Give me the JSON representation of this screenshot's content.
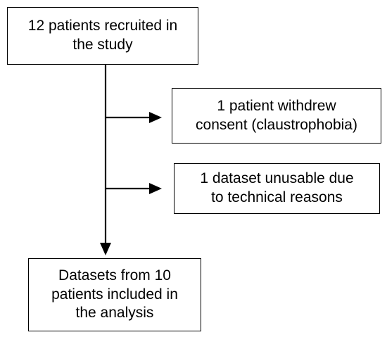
{
  "flowchart": {
    "start": {
      "text": "12 patients recruited in\nthe study"
    },
    "exclusions": [
      {
        "text": "1 patient withdrew\nconsent (claustrophobia)"
      },
      {
        "text": "1 dataset unusable due\nto technical reasons"
      }
    ],
    "final": {
      "text": "Datasets from 10\npatients included in\nthe analysis"
    }
  }
}
